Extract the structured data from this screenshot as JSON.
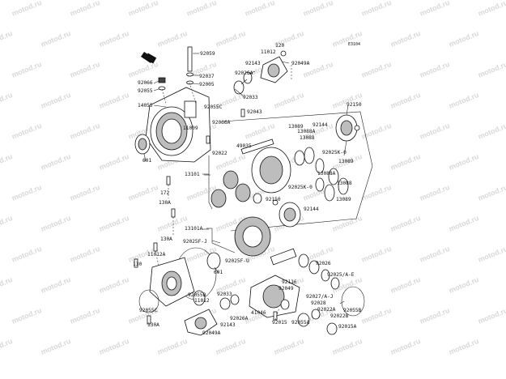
{
  "diagram": {
    "code": "E3104",
    "watermark": "motod.ru",
    "part_numbers": [
      "92059",
      "120",
      "11012",
      "92143",
      "92049A",
      "92037",
      "92005",
      "92066",
      "92055",
      "92026A",
      "92033",
      "14055",
      "92055C",
      "92043",
      "92150",
      "11009",
      "92066A",
      "13089",
      "13088A",
      "92144",
      "13088",
      "92025K-0",
      "49035",
      "92022",
      "13089",
      "601",
      "13101",
      "13088A",
      "13088",
      "172",
      "92025K-0",
      "92150",
      "13089",
      "130A",
      "92144",
      "13101A",
      "130A",
      "92025F-J",
      "11012A",
      "92025F-U",
      "601",
      "92026",
      "130",
      "92025/A-E",
      "92116",
      "92033",
      "92049",
      "92027/A-J",
      "92055D",
      "11012",
      "41046",
      "92028",
      "92022A",
      "92055C",
      "92026A",
      "92143",
      "92015",
      "92055A",
      "92022B",
      "92055B",
      "130A",
      "92049A",
      "92015A"
    ]
  }
}
